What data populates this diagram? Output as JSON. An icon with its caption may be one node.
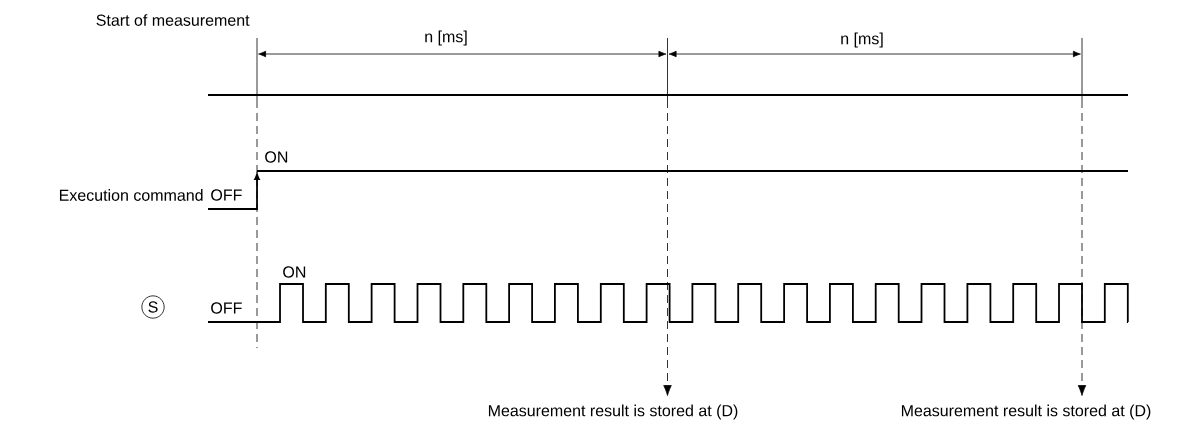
{
  "diagram": {
    "nodes": [
      {
        "text": [
          "Measurement result is stored at (D)"
        ]
      },
      {
        "text": [
          "Measurement result is stored at (D)"
        ]
      }
    ],
    "edges": [
      {
        "from": null,
        "to": 0,
        "arrow": "to",
        "style": "dashed"
      },
      {
        "from": null,
        "to": 1,
        "arrow": "to",
        "style": "dashed"
      }
    ],
    "labels": [
      "Start of measurement",
      "n [ms]",
      "n [ms]",
      "ON",
      "Execution command",
      "OFF",
      "ON",
      "S",
      "OFF"
    ]
  }
}
